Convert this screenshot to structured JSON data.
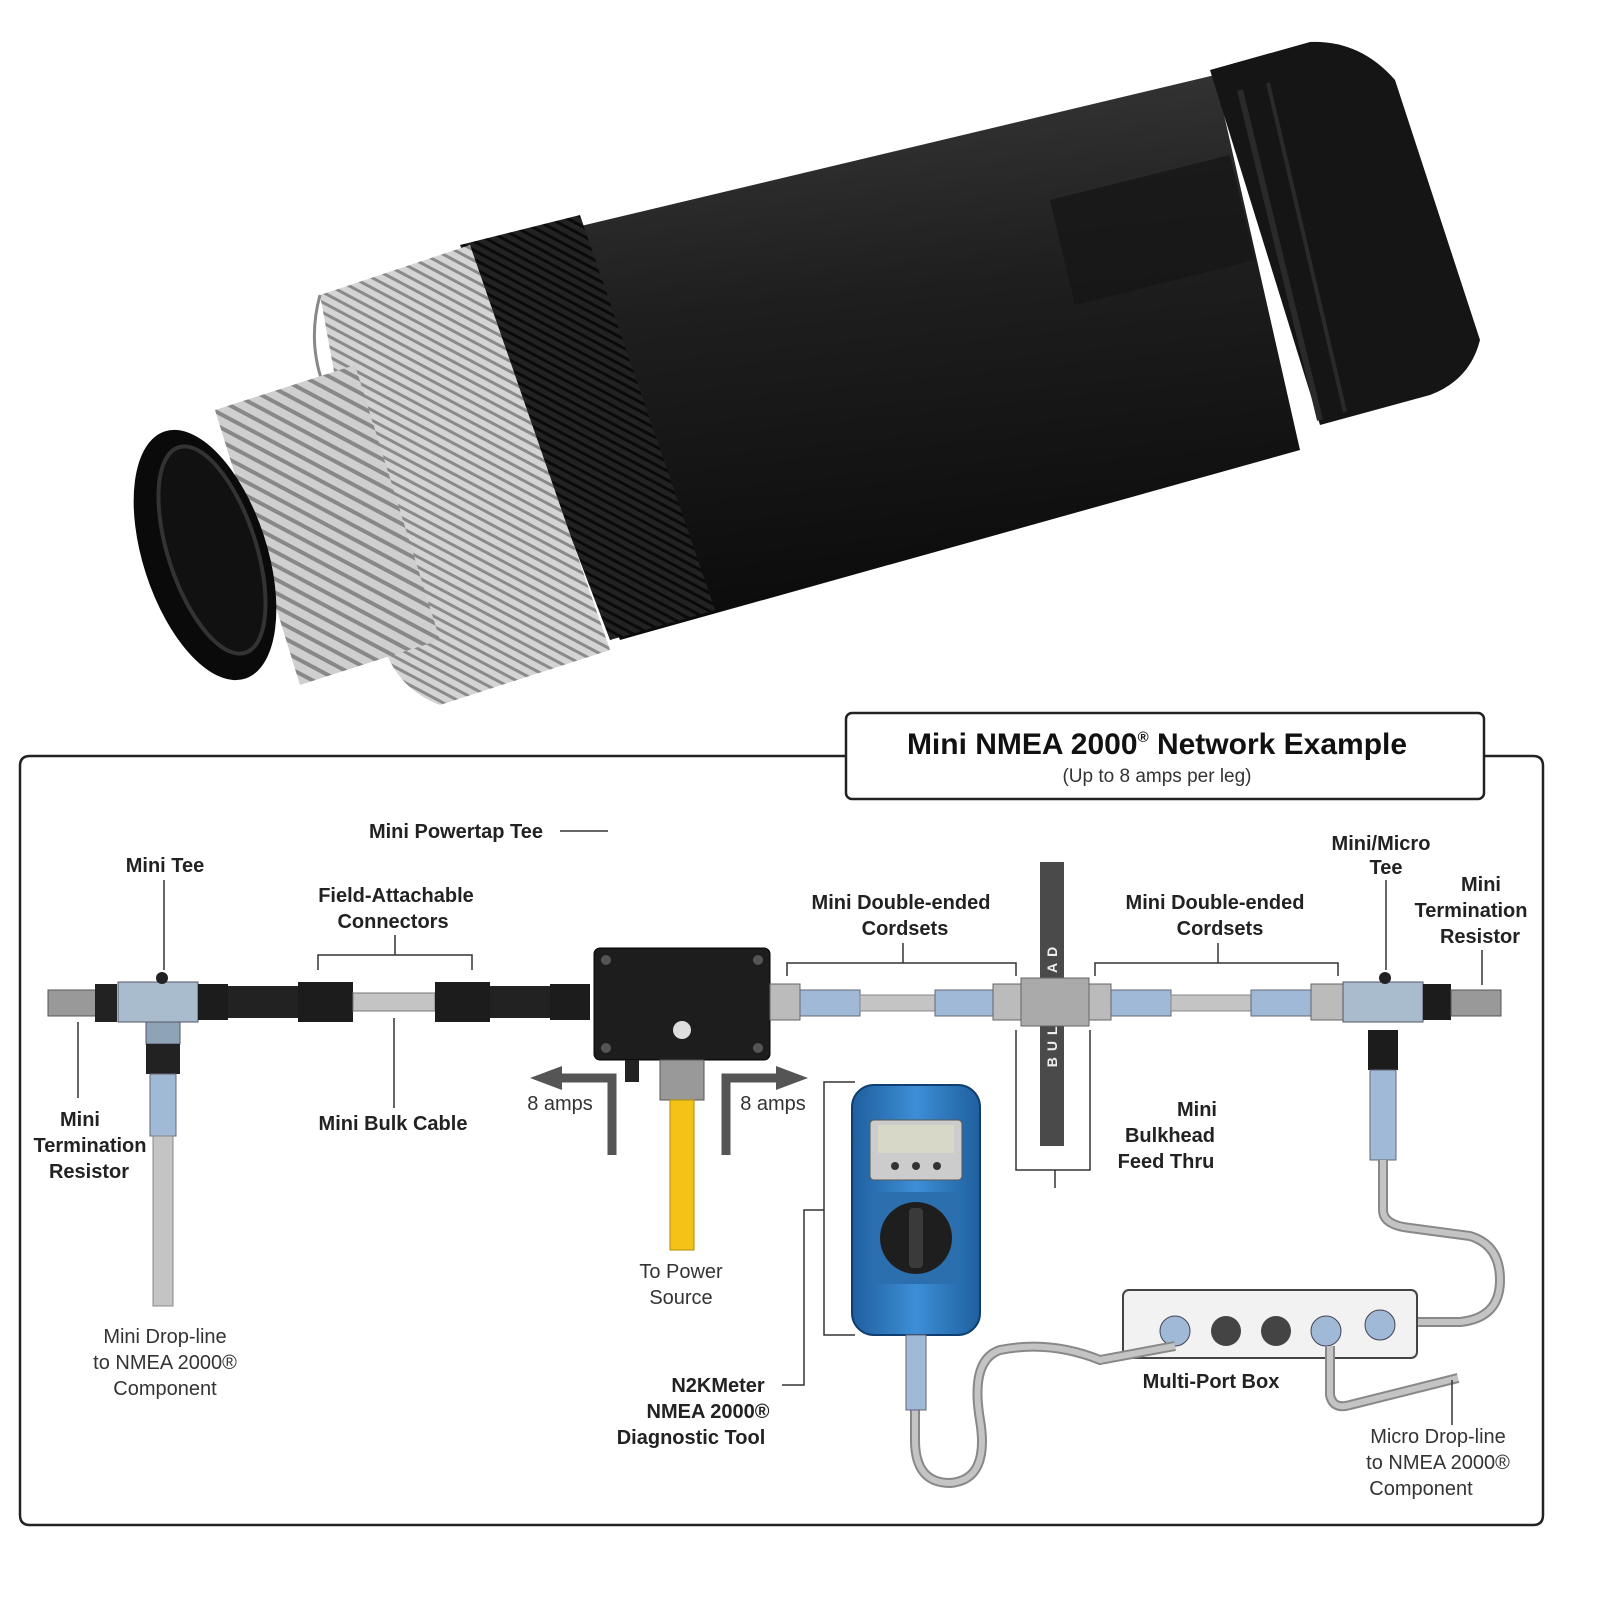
{
  "diagram": {
    "title": "Mini NMEA 2000",
    "title_mark": "®",
    "title_rest": " Network Example",
    "subtitle": "(Up to 8 amps per leg)",
    "labels": {
      "mini_powertap_tee": "Mini Powertap Tee",
      "mini_tee": "Mini Tee",
      "field_attachable_1": "Field-Attachable",
      "field_attachable_2": "Connectors",
      "mini_double_ended_left_1": "Mini Double-ended",
      "mini_double_ended_left_2": "Cordsets",
      "mini_double_ended_right_1": "Mini Double-ended",
      "mini_double_ended_right_2": "Cordsets",
      "mini_micro_tee_1": "Mini/Micro",
      "mini_micro_tee_2": "Tee",
      "termination_right_1": "Mini",
      "termination_right_2": "Termination",
      "termination_right_3": "Resistor",
      "termination_left_1": "Mini",
      "termination_left_2": "Termination",
      "termination_left_3": "Resistor",
      "mini_bulk_cable": "Mini Bulk Cable",
      "amps_left": "8 amps",
      "amps_right": "8 amps",
      "bulkhead_feed_1": "Mini",
      "bulkhead_feed_2": "Bulkhead",
      "bulkhead_feed_3": "Feed Thru",
      "bulkhead_text": "BULKHEAD",
      "power_source_1": "To Power",
      "power_source_2": "Source",
      "drop_line_1": "Mini Drop-line",
      "drop_line_2": "to NMEA 2000®",
      "drop_line_3": "Component",
      "n2kmeter_1": "N2KMeter",
      "n2kmeter_2": "NMEA 2000®",
      "n2kmeter_3": "Diagnostic Tool",
      "multi_port_box": "Multi-Port Box",
      "micro_drop_1": "Micro Drop-line",
      "micro_drop_2": "to NMEA 2000®",
      "micro_drop_3": "Component"
    }
  },
  "colors": {
    "connector_black": "#1c1c1c",
    "nickel": "#c9c9c9",
    "cable_blue": "#9fb9d6",
    "cable_gray": "#bfbfbf",
    "power_yellow": "#f3c318",
    "meter_blue": "#2f7fc9"
  }
}
